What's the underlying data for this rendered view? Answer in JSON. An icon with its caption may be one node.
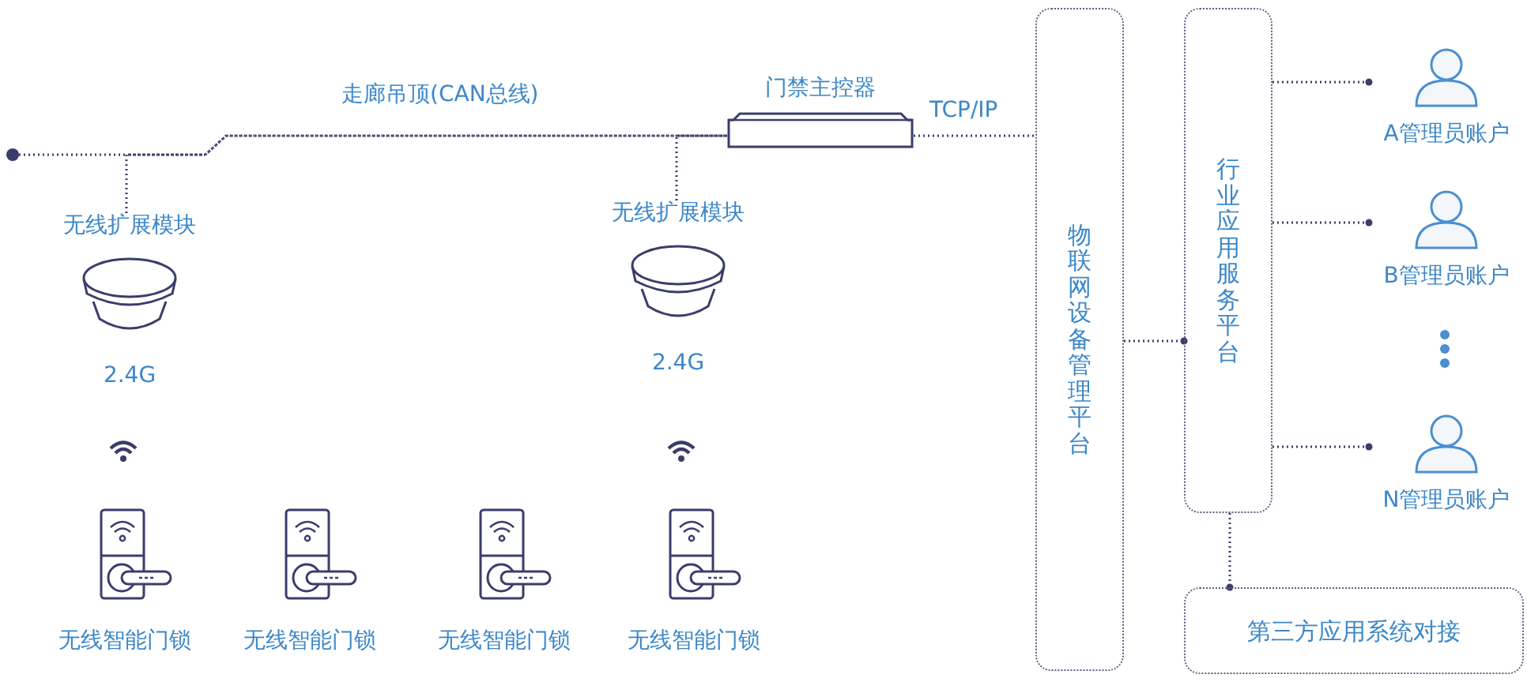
{
  "diagram": {
    "nodes": [
      {
        "text": [],
        "shape": "circle"
      },
      {
        "text": [
          "门禁主控器"
        ]
      },
      {
        "text": [
          "无线扩展模块"
        ],
        "beside": [
          "2.4G"
        ]
      },
      {
        "text": [
          "无线扩展模块"
        ],
        "beside": [
          "2.4G"
        ]
      },
      {
        "text": [
          "无线智能门锁"
        ]
      },
      {
        "text": [
          "无线智能门锁"
        ]
      },
      {
        "text": [
          "无线智能门锁"
        ]
      },
      {
        "text": [
          "无线智能门锁"
        ]
      },
      {
        "text": [
          "物联网设备管理平台"
        ]
      },
      {
        "text": [
          "行业应用服务平台"
        ]
      },
      {
        "text": [
          "A管理员账户"
        ]
      },
      {
        "text": [
          "B管理员账户"
        ]
      },
      {
        "text": [
          "N管理员账户"
        ]
      },
      {
        "text": [
          "第三方应用系统对接"
        ]
      }
    ],
    "edges": [
      {
        "from": 0,
        "to": 1,
        "arrow": "none",
        "label": "走廊吊顶(CAN总线)"
      },
      {
        "from": 2,
        "to": 1,
        "arrow": "none"
      },
      {
        "from": 3,
        "to": 1,
        "arrow": "none"
      },
      {
        "from": 1,
        "to": 8,
        "arrow": "none",
        "label": "TCP/IP"
      },
      {
        "from": 8,
        "to": 9,
        "arrow": "other"
      },
      {
        "from": 9,
        "to": 10,
        "arrow": "other"
      },
      {
        "from": 9,
        "to": 11,
        "arrow": "other"
      },
      {
        "from": 9,
        "to": 12,
        "arrow": "other"
      },
      {
        "from": 9,
        "to": 13,
        "arrow": "other"
      }
    ]
  }
}
